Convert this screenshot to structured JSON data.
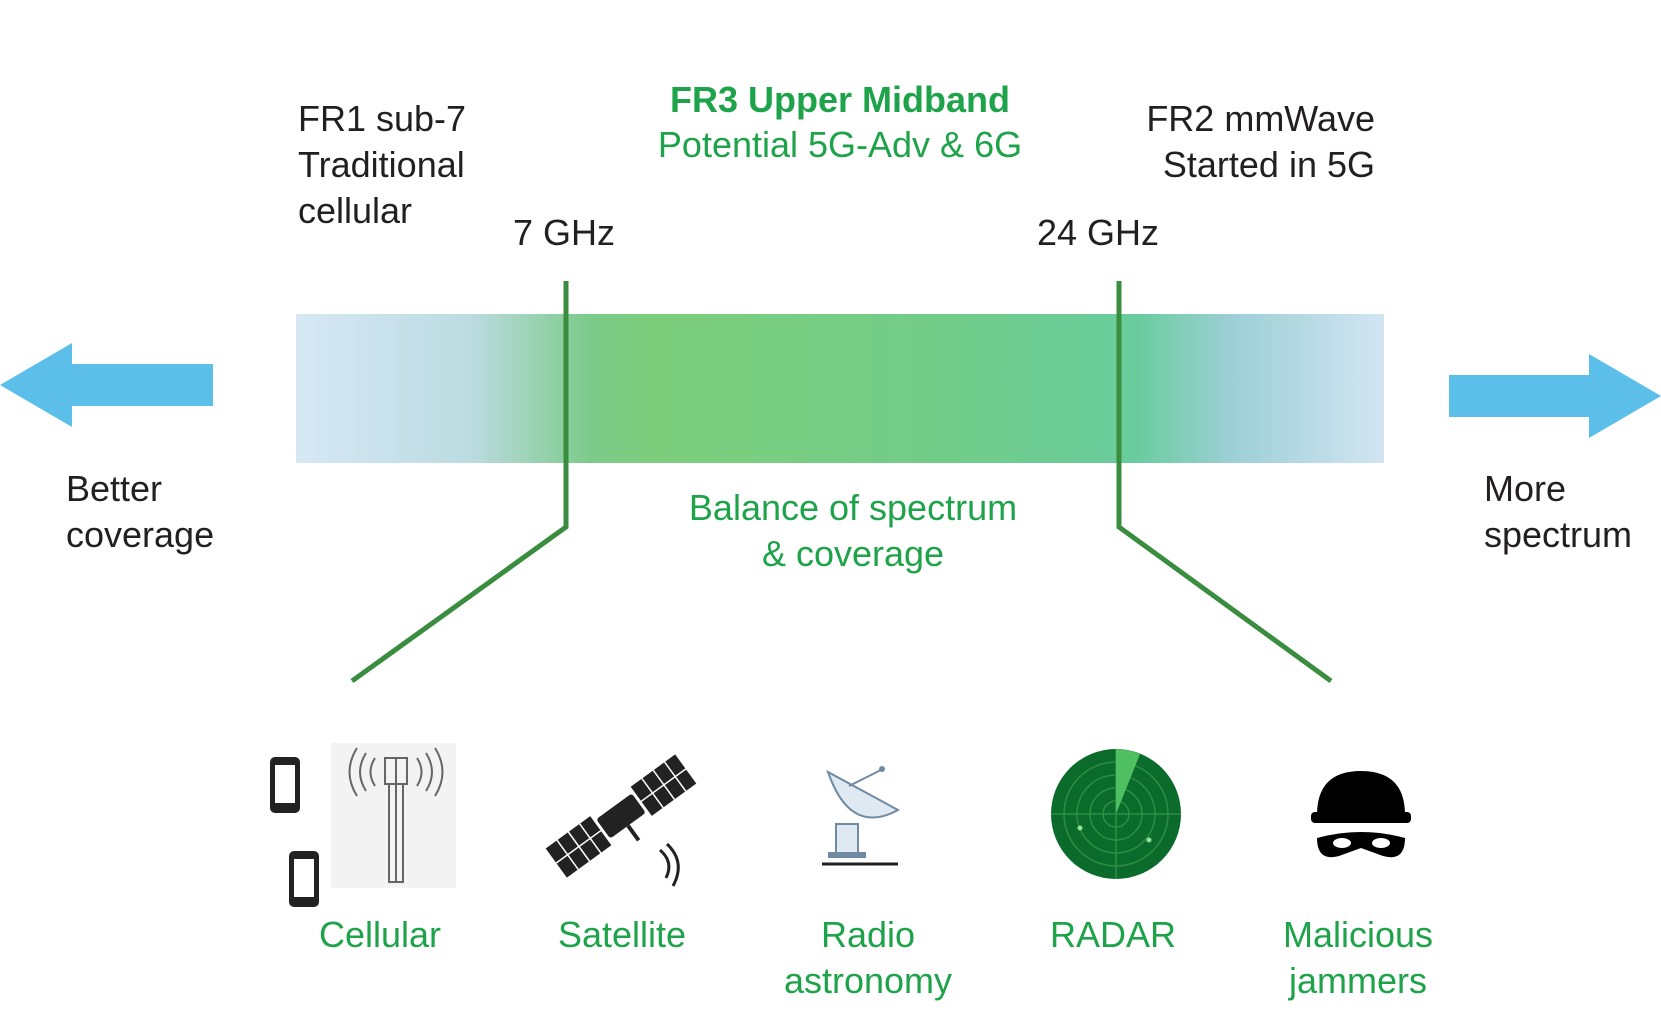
{
  "header": {
    "fr3_title": "FR3 Upper Midband",
    "fr3_subtitle": "Potential 5G-Adv & 6G",
    "fr1_label": "FR1 sub-7\nTraditional\ncellular",
    "fr2_label": "FR2 mmWave\nStarted in 5G"
  },
  "markers": {
    "low": "7 GHz",
    "high": "24 GHz"
  },
  "axis": {
    "left_label": "Better\ncoverage",
    "right_label": "More\nspectrum",
    "middle_label": "Balance of spectrum\n& coverage"
  },
  "incumbents": [
    {
      "label": "Cellular",
      "icon": "cellular-tower-phones-icon"
    },
    {
      "label": "Satellite",
      "icon": "satellite-icon"
    },
    {
      "label": "Radio\nastronomy",
      "icon": "radio-telescope-icon"
    },
    {
      "label": "RADAR",
      "icon": "radar-icon"
    },
    {
      "label": "Malicious\njammers",
      "icon": "masked-jammer-icon"
    }
  ],
  "colors": {
    "arrow": "#5bbfea",
    "line": "#3a8c3f",
    "accent_text": "#1ea34a",
    "radar": "#0b6b2a"
  }
}
